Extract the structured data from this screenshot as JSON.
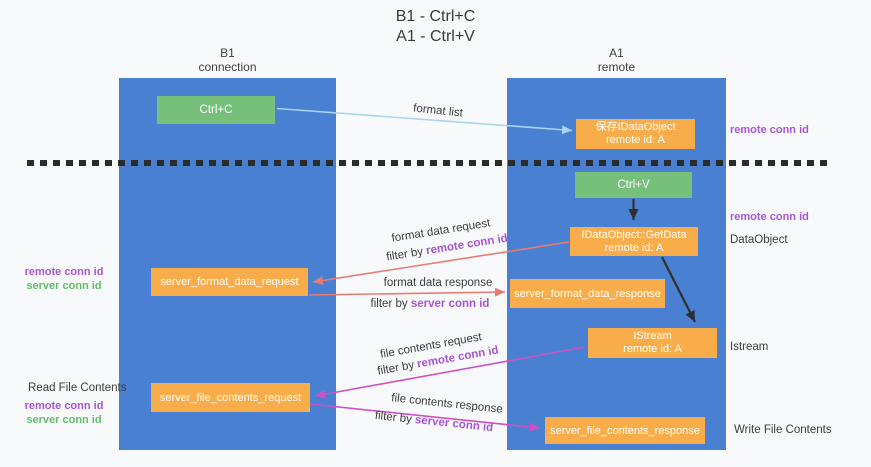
{
  "title": {
    "line1": "B1 - Ctrl+C",
    "line2": "A1 - Ctrl+V"
  },
  "columns": {
    "left": {
      "name": "B1",
      "role": "connection"
    },
    "right": {
      "name": "A1",
      "role": "remote"
    }
  },
  "boxes": {
    "ctrl_c": "Ctrl+C",
    "ctrl_v": "Ctrl+V",
    "save_idataobject": {
      "line1": "保存IDataObject",
      "line2": "remote id: A"
    },
    "getdata": {
      "line1": "IDataObject::GetData",
      "line2": "remote id: A"
    },
    "istream": {
      "line1": "IStream",
      "line2": "remote id: A"
    },
    "server_format_data_request": "server_format_data_request",
    "server_format_data_response": "server_format_data_response",
    "server_file_contents_request": "server_file_contents_request",
    "server_file_contents_response": "server_file_contents_response"
  },
  "flow_labels": {
    "format_list": "format list",
    "format_data_request": "format data request",
    "format_data_response": "format data response",
    "file_contents_request": "file contents request",
    "file_contents_response": "file contents response",
    "filter_by": "filter by ",
    "remote_conn_id": "remote conn id",
    "server_conn_id": "server conn id"
  },
  "side_labels": {
    "right_remote_conn_id_1": "remote conn id",
    "right_remote_conn_id_2": "remote conn id",
    "dataobject": "DataObject",
    "istream": "Istream",
    "write_file_contents": "Write File Contents",
    "left_remote_conn_id_1": "remote conn id",
    "left_server_conn_id_1": "server conn id",
    "read_file_contents": "Read File Contents",
    "left_remote_conn_id_2": "remote conn id",
    "left_server_conn_id_2": "server conn id"
  },
  "colors": {
    "lane_blue": "#4a80d2",
    "box_green": "#76c07c",
    "box_orange": "#f9ad4a",
    "arrow_light_blue": "#a8d4f0",
    "arrow_salmon": "#e87b72",
    "arrow_magenta": "#cc50c6",
    "arrow_black": "#2f2f2f",
    "label_purple": "#a855d4",
    "label_green": "#62bd6b"
  }
}
